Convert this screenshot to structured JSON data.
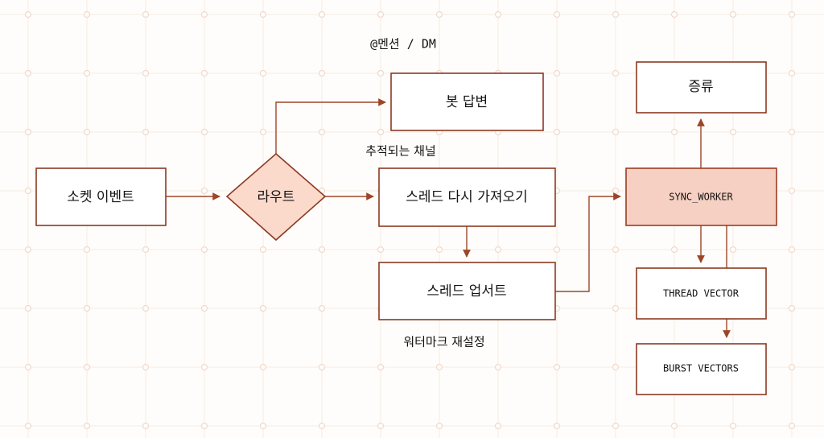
{
  "nodes": {
    "socket_event": "소켓 이벤트",
    "route": "라우트",
    "bot_reply": "봇 답변",
    "refetch_thread": "스레드 다시 가져오기",
    "upsert_thread": "스레드 업서트",
    "sync_worker": "SYNC_WORKER",
    "distill": "증류",
    "thread_vector": "THREAD VECTOR",
    "burst_vectors": "BURST VECTORS"
  },
  "edge_labels": {
    "mention_dm": "@멘션 / DM",
    "tracked_channel": "추적되는 채널",
    "watermark_reset": "워터마크 재설정"
  },
  "colors": {
    "stroke": "#8b3a22",
    "highlight_fill": "#f6d0c2",
    "decision_fill": "#fbd9cb",
    "edge": "#9c4628"
  }
}
